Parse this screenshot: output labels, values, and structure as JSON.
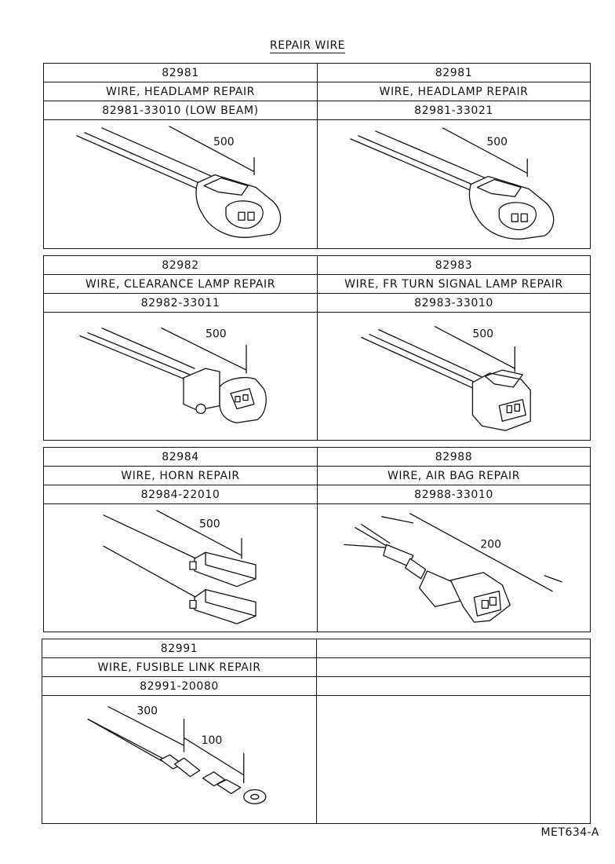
{
  "title": "REPAIR WIRE",
  "footer_code": "MET634-A",
  "blocks": [
    {
      "left": {
        "part": "82981",
        "name": "WIRE, HEADLAMP REPAIR",
        "number": "82981-33010 (LOW BEAM)",
        "dimensions": [
          "500"
        ],
        "drawing": "headlamp-connector"
      },
      "right": {
        "part": "82981",
        "name": "WIRE, HEADLAMP REPAIR",
        "number": "82981-33021",
        "dimensions": [
          "500"
        ],
        "drawing": "headlamp-connector"
      }
    },
    {
      "left": {
        "part": "82982",
        "name": "WIRE, CLEARANCE LAMP REPAIR",
        "number": "82982-33011",
        "dimensions": [
          "500"
        ],
        "drawing": "clearance-lamp-connector"
      },
      "right": {
        "part": "82983",
        "name": "WIRE, FR TURN SIGNAL LAMP REPAIR",
        "number": "82983-33010",
        "dimensions": [
          "500"
        ],
        "drawing": "turn-signal-connector"
      }
    },
    {
      "left": {
        "part": "82984",
        "name": "WIRE, HORN REPAIR",
        "number": "82984-22010",
        "dimensions": [
          "500"
        ],
        "drawing": "horn-terminals"
      },
      "right": {
        "part": "82988",
        "name": "WIRE, AIR BAG REPAIR",
        "number": "82988-33010",
        "dimensions": [
          "200"
        ],
        "drawing": "airbag-connector"
      }
    },
    {
      "left": {
        "part": "82991",
        "name": "WIRE, FUSIBLE LINK REPAIR",
        "number": "82991-20080",
        "dimensions": [
          "300",
          "100"
        ],
        "drawing": "fusible-link"
      },
      "right": {
        "part": "",
        "name": "",
        "number": "",
        "dimensions": [],
        "drawing": ""
      }
    }
  ]
}
